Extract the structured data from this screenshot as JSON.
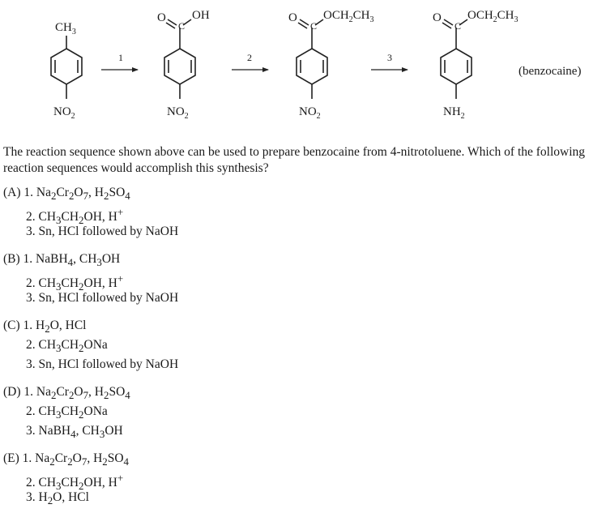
{
  "scheme": {
    "steps": [
      "1",
      "2",
      "3"
    ],
    "m1": {
      "top": "CH",
      "top_sub": "3",
      "bottom": "NO",
      "bottom_sub": "2"
    },
    "m2": {
      "o": "O",
      "c": "C",
      "oh": "OH",
      "bottom": "NO",
      "bottom_sub": "2"
    },
    "m3": {
      "o": "O",
      "c": "C",
      "ester_a": "OCH",
      "ester_sub1": "2",
      "ester_b": "CH",
      "ester_sub2": "3",
      "bottom": "NO",
      "bottom_sub": "2"
    },
    "m4": {
      "o": "O",
      "c": "C",
      "ester_a": "OCH",
      "ester_sub1": "2",
      "ester_b": "CH",
      "ester_sub2": "3",
      "bottom": "NH",
      "bottom_sub": "2",
      "name": "(benzocaine)"
    }
  },
  "question": "The reaction sequence shown above can be used to prepare benzocaine from 4-nitrotoluene. Which of the following reaction sequences would accomplish this synthesis?",
  "options": [
    {
      "letter": "(A)",
      "steps": [
        {
          "n": "1.",
          "html": "Na<sub>2</sub>Cr<sub>2</sub>O<sub>7</sub>, H<sub>2</sub>SO<sub>4</sub>"
        },
        {
          "n": "2.",
          "html": "CH<sub>3</sub>CH<sub>2</sub>OH, H<sup>+</sup>"
        },
        {
          "n": "3.",
          "html": "Sn, HCl followed by NaOH"
        }
      ]
    },
    {
      "letter": "(B)",
      "steps": [
        {
          "n": "1.",
          "html": "NaBH<sub>4</sub>, CH<sub>3</sub>OH"
        },
        {
          "n": "2.",
          "html": "CH<sub>3</sub>CH<sub>2</sub>OH, H<sup>+</sup>"
        },
        {
          "n": "3.",
          "html": "Sn, HCl followed by NaOH"
        }
      ]
    },
    {
      "letter": "(C)",
      "steps": [
        {
          "n": "1.",
          "html": "H<sub>2</sub>O, HCl"
        },
        {
          "n": "2.",
          "html": "CH<sub>3</sub>CH<sub>2</sub>ONa"
        },
        {
          "n": "3.",
          "html": "Sn, HCl followed by NaOH"
        }
      ]
    },
    {
      "letter": "(D)",
      "steps": [
        {
          "n": "1.",
          "html": "Na<sub>2</sub>Cr<sub>2</sub>O<sub>7</sub>, H<sub>2</sub>SO<sub>4</sub>"
        },
        {
          "n": "2.",
          "html": "CH<sub>3</sub>CH<sub>2</sub>ONa"
        },
        {
          "n": "3.",
          "html": "NaBH<sub>4</sub>, CH<sub>3</sub>OH"
        }
      ]
    },
    {
      "letter": "(E)",
      "steps": [
        {
          "n": "1.",
          "html": "Na<sub>2</sub>Cr<sub>2</sub>O<sub>7</sub>, H<sub>2</sub>SO<sub>4</sub>"
        },
        {
          "n": "2.",
          "html": "CH<sub>3</sub>CH<sub>2</sub>OH, H<sup>+</sup>"
        },
        {
          "n": "3.",
          "html": "H<sub>2</sub>O, HCl"
        }
      ]
    }
  ]
}
